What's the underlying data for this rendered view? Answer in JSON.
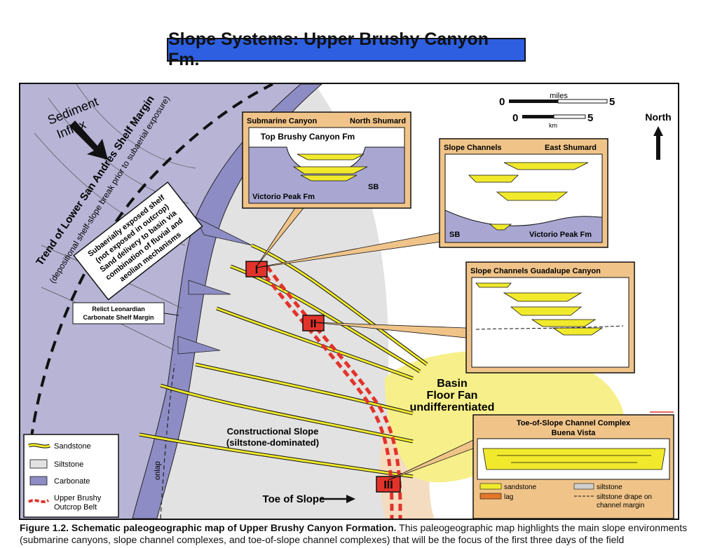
{
  "title": "Slope Systems: Upper Brushy Canyon Fm.",
  "map": {
    "sediment_influx_1": "Sediment",
    "sediment_influx_2": "Influx",
    "trend_label": "Trend of Lower San Andres Shelf Margin",
    "trend_sub": "(depositional shelf-slope break prior to subaerial exposure)",
    "exposed_shelf": [
      "Subaerially exposed shelf",
      "(not exposed in outcrop)",
      "Sand delivery to basin via",
      "combination of fluvial and",
      "aeolian mechanisms"
    ],
    "relict_margin": [
      "Relict Leonardian",
      "Carbonate Shelf Margin"
    ],
    "scale_miles": "miles",
    "scale_km": "km",
    "scale_zero": "0",
    "scale_five": "5",
    "north": "North",
    "basin_fan": [
      "Basin",
      "Floor Fan",
      "undifferentiated"
    ],
    "constructional_slope": [
      "Constructional Slope",
      "(siltstone-dominated)"
    ],
    "toe_of_slope": "Toe of Slope",
    "onlap": "onlap",
    "site_labels": [
      "I",
      "II",
      "III"
    ]
  },
  "insets": {
    "submarine_canyon": {
      "title_left": "Submarine Canyon",
      "title_right": "North Shumard",
      "top_label": "Top Brushy Canyon Fm",
      "bottom_label": "Victorio Peak Fm",
      "sb": "SB"
    },
    "slope_east": {
      "title_left": "Slope Channels",
      "title_right": "East Shumard",
      "sb": "SB",
      "bottom_label": "Victorio Peak Fm"
    },
    "slope_guadalupe": {
      "title": "Slope Channels  Guadalupe Canyon"
    },
    "toe_complex": {
      "title_1": "Toe-of-Slope Channel Complex",
      "title_2": "Buena Vista",
      "legend": [
        "sandstone",
        "lag",
        "siltstone",
        "siltstone drape on",
        "channel margin"
      ]
    }
  },
  "legend": {
    "items": [
      "Sandstone",
      "Siltstone",
      "Carbonate",
      "Upper Brushy",
      "Outcrop Belt"
    ]
  },
  "caption": {
    "bold": "Figure 1.2.  Schematic paleogeographic map of Upper Brushy Canyon Formation.",
    "text": "  This paleogeographic map highlights the main slope environments (submarine canyons, slope channel complexes, and toe-of-slope channel complexes) that will be the focus of the first three days of the field"
  },
  "colors": {
    "banner": "#2d5fe0",
    "shelf": "#b7b4d6",
    "carbonate": "#8e8cc4",
    "siltstone": "#e2e2e2",
    "fan": "#f7f08a",
    "sandstone": "#f1ea2c",
    "inset_frame": "#f0c489",
    "outcrop": "#e2332a"
  }
}
